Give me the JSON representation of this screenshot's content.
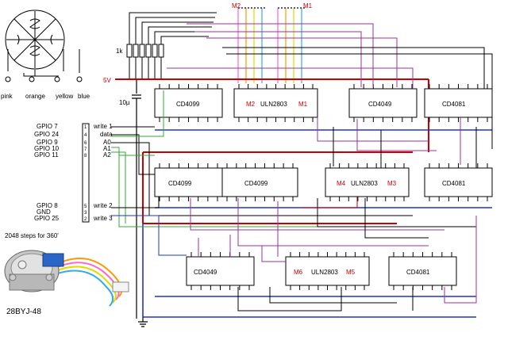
{
  "motor_wires": [
    "pink",
    "orange",
    "yellow",
    "blue"
  ],
  "gpio_labels": [
    "GPIO 7",
    "GPIO 24",
    "GPIO 9",
    "GPIO 10",
    "GPIO 11",
    "GPIO 8",
    "GND",
    "GPIO 25"
  ],
  "header_pins": [
    "1",
    "4",
    "6",
    "7",
    "8",
    "5",
    "3",
    "2"
  ],
  "signal_labels": [
    "write 1",
    "data",
    "A0",
    "A1",
    "A2",
    "write 2",
    "write 3"
  ],
  "power_label": "5V",
  "resistor_label": "1k",
  "cap_label": "10µ",
  "motor_top_labels": [
    "M2",
    "M1"
  ],
  "chips": {
    "cd4099_a": "CD4099",
    "uln_1": "ULN2803",
    "cd4049_1": "CD4049",
    "cd4081_1": "CD4081",
    "cd4099_b": "CD4099",
    "cd4099_c": "CD4099",
    "uln_2": "ULN2803",
    "cd4081_2": "CD4081",
    "cd4049_2": "CD4049",
    "uln_3": "ULN2803",
    "cd4081_3": "CD4081"
  },
  "chip_marks": {
    "uln_1": [
      "M2",
      "M1"
    ],
    "uln_2": [
      "M4",
      "M3"
    ],
    "uln_3": [
      "M6",
      "M5"
    ]
  },
  "steps_note": "2048 steps for 360'",
  "motor_model": "28BYJ-48",
  "colors": {
    "power_rail": "#cc0000",
    "ground_rail": "#2233cc",
    "wire_purple": "#993399",
    "wire_green": "#33aa33",
    "wire_pink": "#ff66cc",
    "wire_orange": "#ff9900",
    "wire_yellow": "#dddd00",
    "wire_blue": "#33aaee"
  }
}
